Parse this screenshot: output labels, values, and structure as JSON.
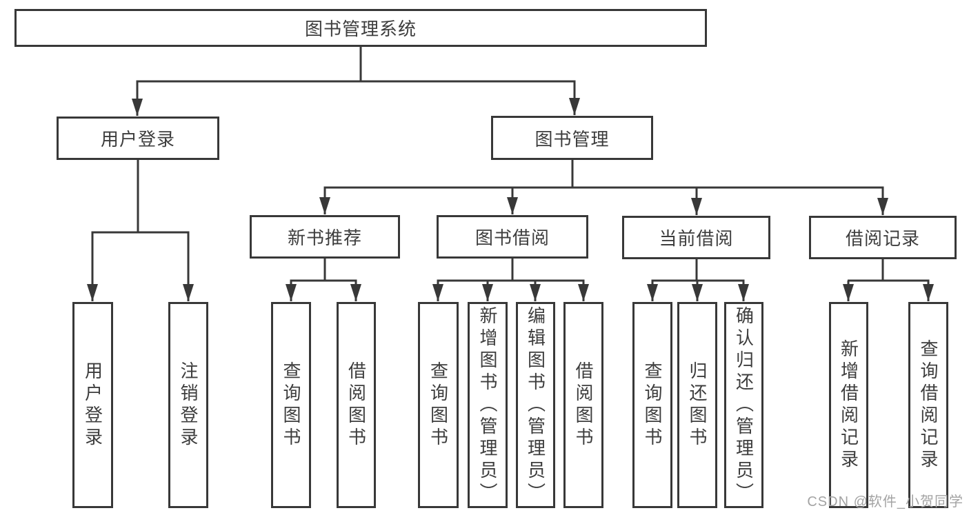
{
  "colors": {
    "line": "#383838",
    "box_border": "#383838",
    "box_fill": "#ffffff",
    "text": "#3d3d3d",
    "watermark": "#a3a3a3"
  },
  "tree": {
    "root": {
      "label": "图书管理系统",
      "children": [
        {
          "label": "用户登录",
          "children": [
            {
              "label": "用户登录"
            },
            {
              "label": "注销登录"
            }
          ]
        },
        {
          "label": "图书管理",
          "children": [
            {
              "label": "新书推荐",
              "children": [
                {
                  "label": "查询图书"
                },
                {
                  "label": "借阅图书"
                }
              ]
            },
            {
              "label": "图书借阅",
              "children": [
                {
                  "label": "查询图书"
                },
                {
                  "label": "新增图书（管理员）"
                },
                {
                  "label": "编辑图书（管理员）"
                },
                {
                  "label": "借阅图书"
                }
              ]
            },
            {
              "label": "当前借阅",
              "children": [
                {
                  "label": "查询图书"
                },
                {
                  "label": "归还图书"
                },
                {
                  "label": "确认归还（管理员）"
                }
              ]
            },
            {
              "label": "借阅记录",
              "children": [
                {
                  "label": "新增借阅记录"
                },
                {
                  "label": "查询借阅记录"
                }
              ]
            }
          ]
        }
      ]
    }
  },
  "watermark": {
    "text": "CSDN @软件_小贺同学"
  }
}
